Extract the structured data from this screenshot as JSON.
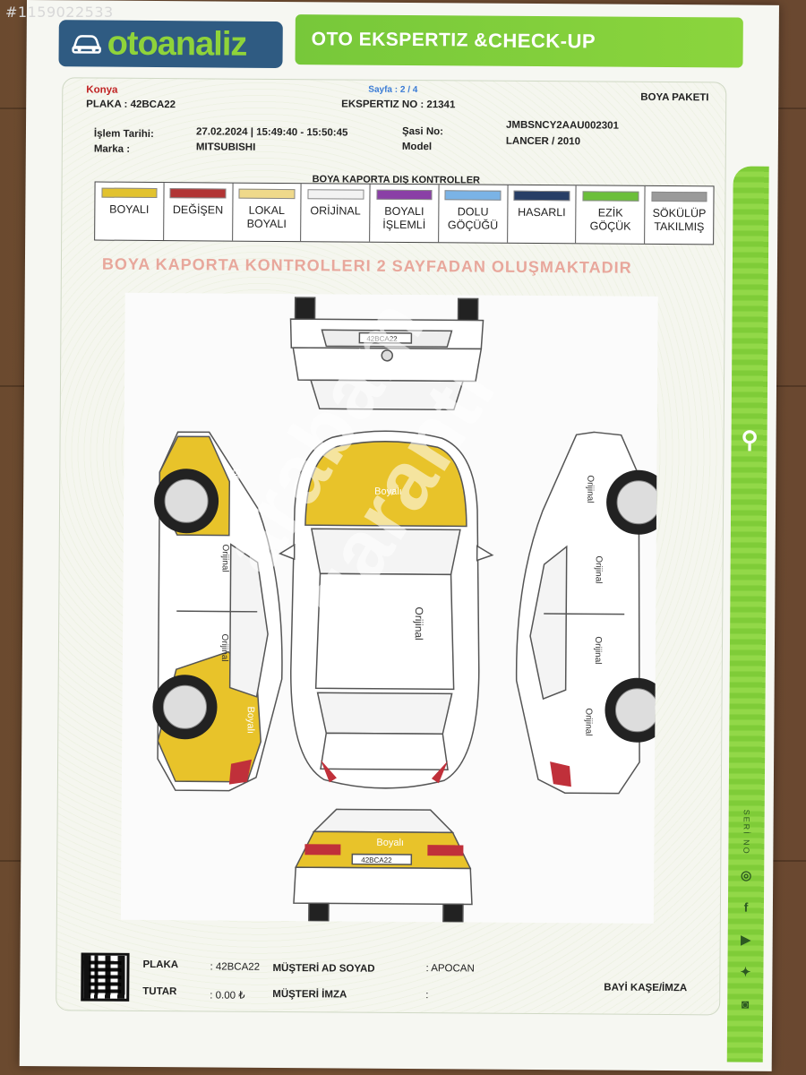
{
  "photo_id": "#1159022533",
  "header": {
    "logo": "otoanaliz",
    "band_left": "OTO EKSPERTIZ & ",
    "band_right": "CHECK-UP"
  },
  "info": {
    "city": "Konya",
    "page": "Sayfa : 2 / 4",
    "plaka": "PLAKA : 42BCA22",
    "ekspertiz_no": "EKSPERTIZ NO : 21341",
    "paket": "BOYA PAKETI",
    "islem_tarihi_label": "İşlem Tarihi:",
    "islem_tarihi_value": "27.02.2024 | 15:49:40 - 15:50:45",
    "sasi_label": "Şasi No:",
    "sasi_value": "JMBSNCY2AAU002301",
    "marka_label": "Marka :",
    "marka_value": "MITSUBISHI",
    "model_label": "Model",
    "model_value": "LANCER / 2010"
  },
  "legend": {
    "title": "BOYA KAPORTA DIŞ KONTROLLER",
    "items": [
      {
        "label": "BOYALI",
        "color": "#e2c22e"
      },
      {
        "label": "DEĞİŞEN",
        "color": "#b23434"
      },
      {
        "label": "LOKAL\nBOYALI",
        "color": "#efd98a"
      },
      {
        "label": "ORİJİNAL",
        "color": "#f2f2f2"
      },
      {
        "label": "BOYALI\nİŞLEMLİ",
        "color": "#8a3fa6"
      },
      {
        "label": "DOLU\nGÖÇÜĞÜ",
        "color": "#7ab3e6"
      },
      {
        "label": "HASARLI",
        "color": "#273e66"
      },
      {
        "label": "EZİK\nGÖÇÜK",
        "color": "#6bbf3a"
      },
      {
        "label": "SÖKÜLÜP\nTAKILMIŞ",
        "color": "#9a9a9a"
      }
    ]
  },
  "notice": "BOYA KAPORTA KONTROLLERI 2 SAYFADAN OLUŞMAKTADIR",
  "diagram": {
    "front_plate": "42BCA22",
    "rear_plate": "42BCA22",
    "labels": {
      "hood": "Boyalı",
      "roof": "Orijinal",
      "rear": "Boyalı",
      "left_front_fender": "Boyalı",
      "left_front_door": "Orijinal",
      "left_rear_door": "Orijinal",
      "left_rear_fender": "Boyalı",
      "right_front_fender": "Orijinal",
      "right_front_door": "Orijinal",
      "right_rear_door": "Orijinal",
      "right_rear_fender": "Orijinal"
    },
    "colors": {
      "painted": "#e8c32a",
      "body": "#ffffff",
      "line": "#555555",
      "tire": "#222222"
    }
  },
  "watermark": "arabam garanti",
  "footer": {
    "plaka_label": "PLAKA",
    "plaka_value": ": 42BCA22",
    "tutar_label": "TUTAR",
    "tutar_value": ": 0.00 ₺",
    "musteri_label": "MÜŞTERİ AD SOYAD",
    "musteri_value": ": APOCAN",
    "imza_label": "MÜŞTERİ İMZA",
    "imza_value": ":",
    "bayi": "BAYİ KAŞE/İMZA"
  },
  "side_icons": [
    "whatsapp-icon",
    "facebook-icon",
    "youtube-icon",
    "twitter-icon",
    "instagram-icon"
  ],
  "side_text": "SERİ NO"
}
